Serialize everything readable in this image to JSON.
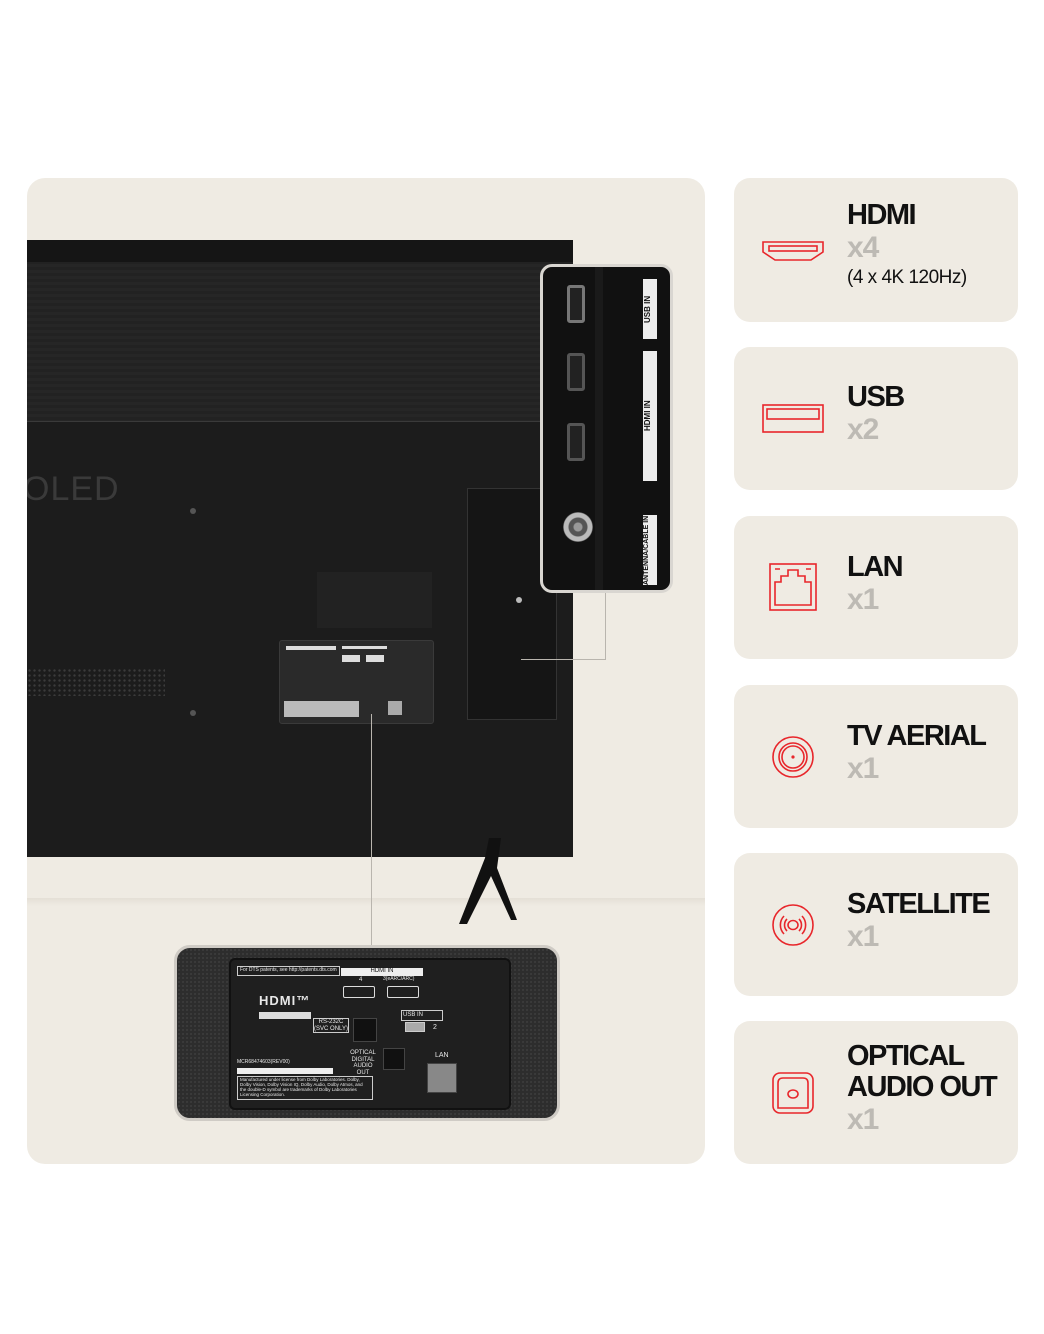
{
  "tv_image": {
    "brand_mark": "OLED",
    "zoom_top_labels": [
      "USB IN",
      "HDMI IN",
      "ANTENNA/CABLE IN"
    ],
    "zoom_bottom": {
      "dts_notice": "For DTS patents, see http://patents.dts.com",
      "hdmi_in_label": "HDMI IN",
      "hdmi_ports": [
        "4",
        "3(eARC/ARC)"
      ],
      "hdmi_logo": "HDMI™",
      "rs232_label": "RS-232C (SVC ONLY)",
      "usb_label": "USB IN",
      "usb_port": "2",
      "optical_label": "OPTICAL DIGITAL AUDIO OUT",
      "lan_label": "LAN",
      "model_code": "MCR68474603(REV00)",
      "dolby_notice": "Manufactured under license from Dolby Laboratories. Dolby, Dolby Vision, Dolby Vision IQ, Dolby Audio, Dolby Atmos, and the double-D symbol are trademarks of Dolby Laboratories Licensing Corporation."
    }
  },
  "accent_color": "#e8262b",
  "connections": [
    {
      "icon": "hdmi-port-icon",
      "title": "HDMI",
      "count": "x4",
      "detail": "(4 x 4K 120Hz)"
    },
    {
      "icon": "usb-port-icon",
      "title": "USB",
      "count": "x2"
    },
    {
      "icon": "lan-port-icon",
      "title": "LAN",
      "count": "x1"
    },
    {
      "icon": "tv-aerial-icon",
      "title": "TV AERIAL",
      "count": "x1"
    },
    {
      "icon": "satellite-icon",
      "title": "SATELLITE",
      "count": "x1"
    },
    {
      "icon": "optical-audio-icon",
      "title": "OPTICAL AUDIO OUT",
      "count": "x1"
    }
  ]
}
